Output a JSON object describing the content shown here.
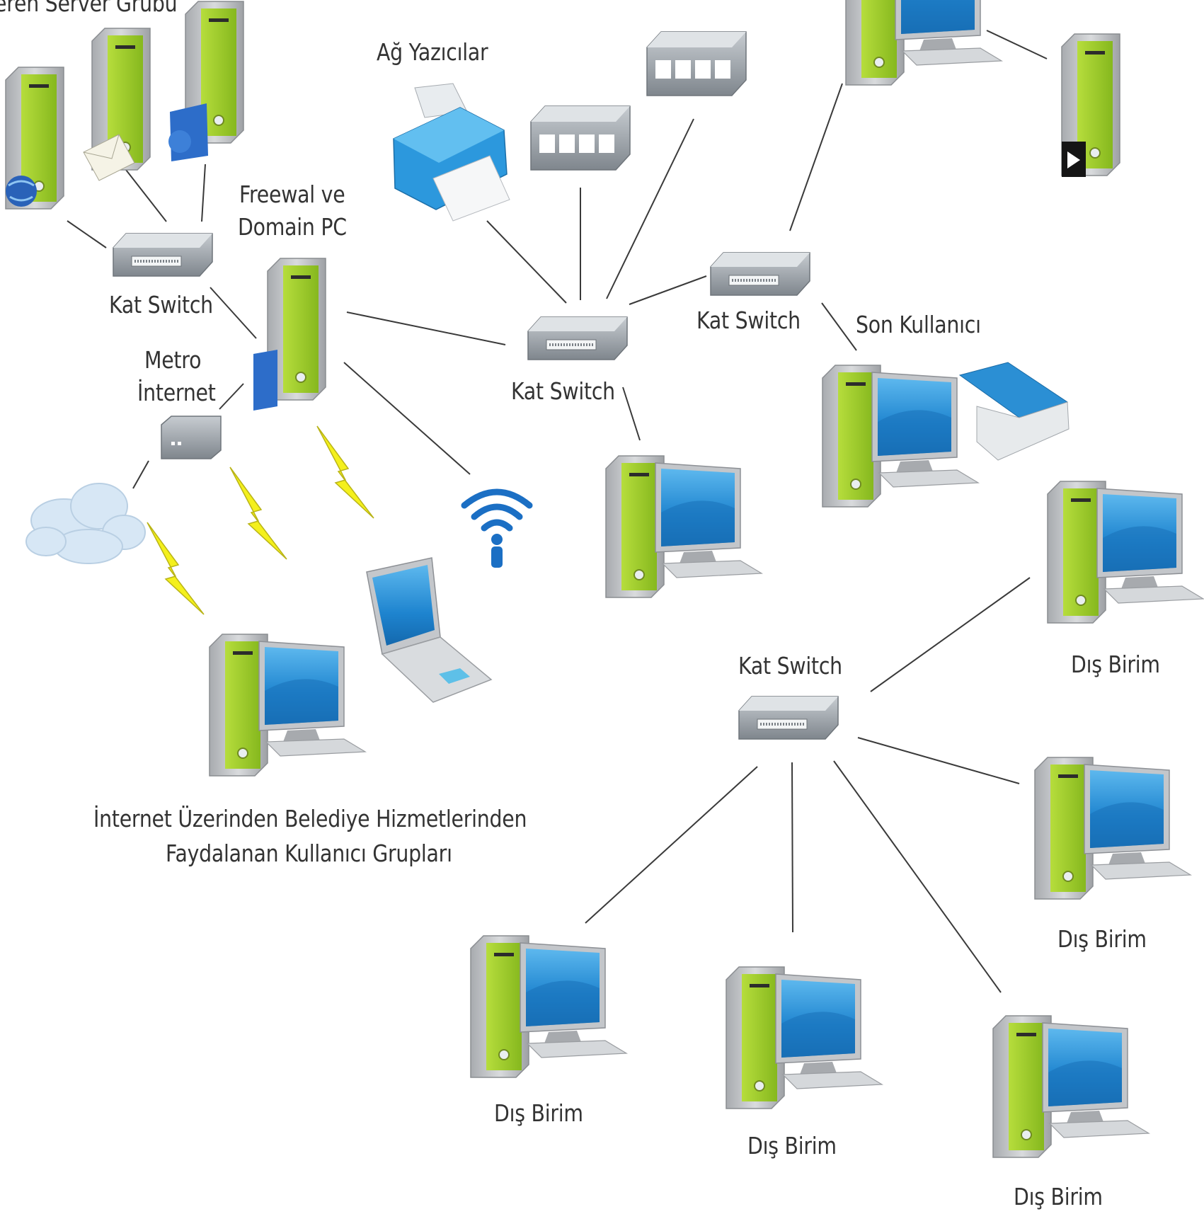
{
  "labels": {
    "server_group": "eren Server Grubu",
    "printers": "Ağ Yazıcılar",
    "firewall_line1": "Freewal ve",
    "firewall_line2": "Domain PC",
    "switch_left": "Kat Switch",
    "metro_line1": "Metro",
    "metro_line2": "İnternet",
    "switch_center": "Kat Switch",
    "switch_right": "Kat Switch",
    "end_user": "Son Kullanıcı",
    "switch_bottom": "Kat Switch",
    "internet_users_line1": "İnternet Üzerinden Belediye Hizmetlerinden",
    "internet_users_line2": "Faydalanan Kullanıcı Grupları",
    "remote_1": "Dış Birim",
    "remote_2": "Dış Birim",
    "remote_3": "Dış Birim",
    "remote_4": "Dış Birim",
    "remote_5": "Dış Birim"
  },
  "colors": {
    "tower_green": "#9ccc2a",
    "tower_grey": "#b9bcc0",
    "screen_blue": "#1f8fd6",
    "switch_grey": "#8f969c",
    "line": "#333333",
    "bolt": "#f2ee1e",
    "wifi": "#1a6fc2",
    "cloud": "#d6e6f4"
  }
}
